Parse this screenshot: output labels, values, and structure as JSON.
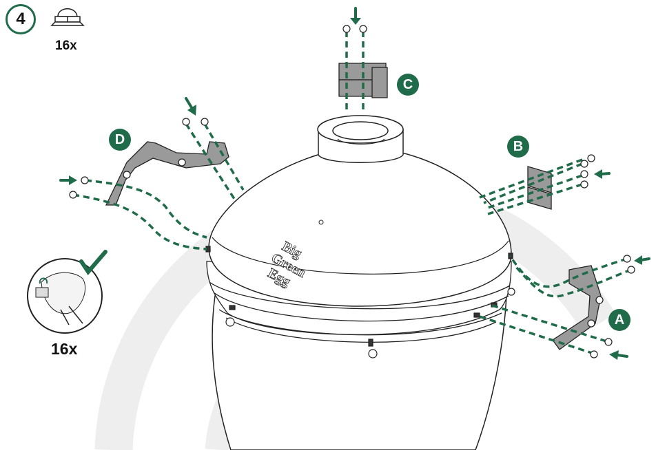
{
  "step_number": "4",
  "hardware_quantity": "16x",
  "instruction_quantity": "16x",
  "labels": {
    "a": "A",
    "b": "B",
    "c": "C",
    "d": "D"
  },
  "logo_text": "Big Green Egg",
  "colors": {
    "accent": "#1f6b4a",
    "dash": "#1f6b4a",
    "outline": "#222222",
    "bracket": "#9a9a9a",
    "watermark": "#eeeeee"
  },
  "icons": [
    "acorn-nut-icon",
    "checkmark-icon",
    "hand-tighten-icon",
    "arrow-icon"
  ]
}
